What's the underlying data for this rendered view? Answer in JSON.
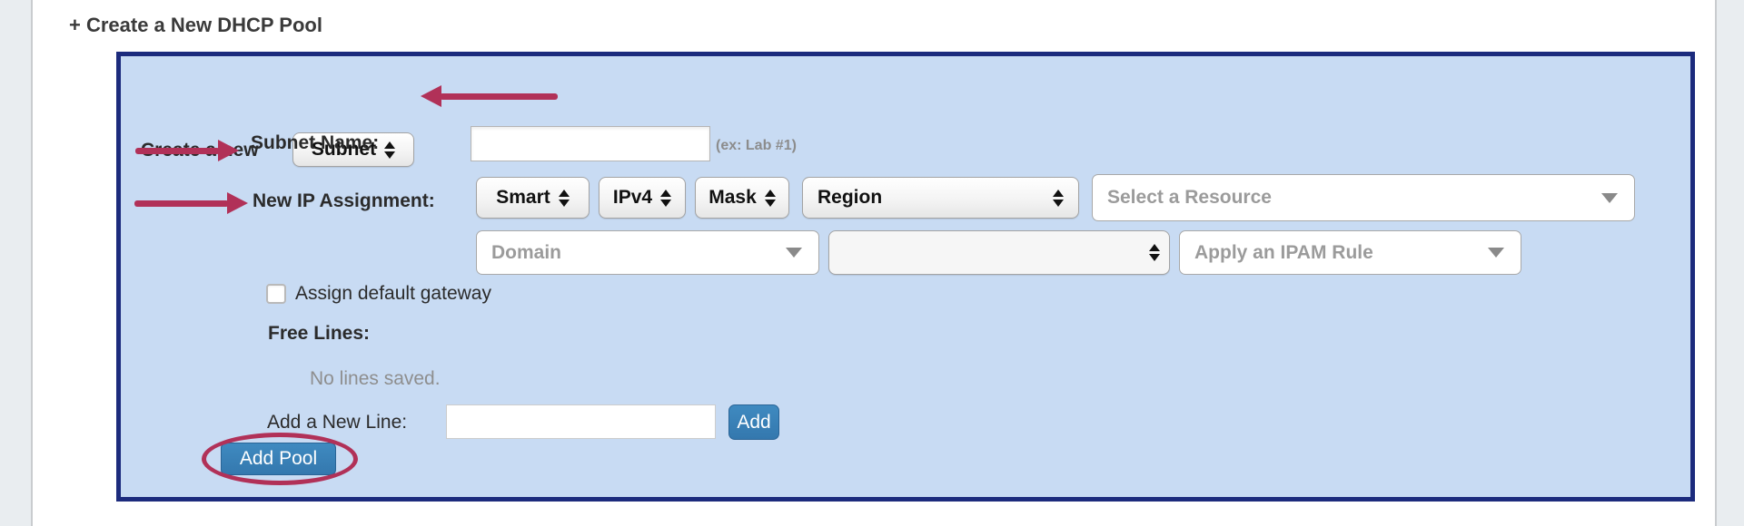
{
  "page": {
    "title": "+ Create a New DHCP Pool"
  },
  "panel": {
    "create_row": {
      "label": "Create a new",
      "type_select_value": "Subnet"
    },
    "subnet_name_row": {
      "label": "Subnet Name:",
      "input_value": "",
      "hint": "(ex: Lab #1)"
    },
    "ip_assignment_row": {
      "label": "New IP Assignment:",
      "mode_select": "Smart",
      "family_select": "IPv4",
      "mask_select": "Mask",
      "scope_select": "Region",
      "resource_placeholder": "Select a Resource"
    },
    "secondary_row": {
      "domain_placeholder": "Domain",
      "empty_select_value": "",
      "ipam_placeholder": "Apply an IPAM Rule"
    },
    "gateway_checkbox": {
      "label": "Assign default gateway",
      "checked": false
    },
    "free_lines": {
      "label": "Free Lines:",
      "empty_text": "No lines saved."
    },
    "add_line_row": {
      "label": "Add a New Line:",
      "input_value": "",
      "add_button": "Add"
    },
    "add_pool_button": "Add Pool"
  },
  "colors": {
    "annotation_crimson": "#b13158",
    "panel_border_navy": "#1c2b7d",
    "panel_background": "#c8dbf3",
    "button_blue": "#3680b8"
  }
}
